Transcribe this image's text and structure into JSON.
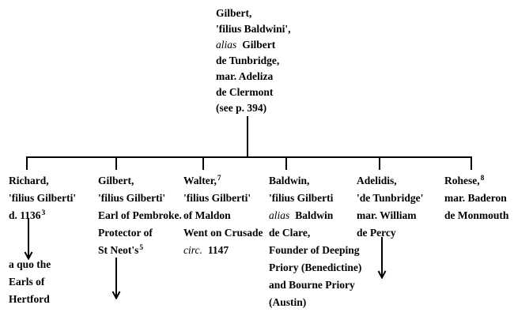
{
  "colors": {
    "ink": "#000000",
    "paper": "#ffffff"
  },
  "tree": {
    "parent": {
      "lines": [
        {
          "t": "Gilbert,"
        },
        {
          "t": "'filius Baldwini',"
        },
        {
          "it": "alias",
          "rest": "Gilbert"
        },
        {
          "t": "de Tunbridge,"
        },
        {
          "t": "mar. Adeliza"
        },
        {
          "t": "de Clermont"
        },
        {
          "t": "(see p. 394)"
        }
      ]
    },
    "children": [
      {
        "key": "richard",
        "lines": [
          {
            "t": "Richard,"
          },
          {
            "t": "'filius Gilberti'"
          },
          {
            "pre": "d. 1136",
            "sup": "3"
          }
        ],
        "note": [
          {
            "t": "a quo the"
          },
          {
            "t": "Earls of"
          },
          {
            "t": "Hertford"
          }
        ]
      },
      {
        "key": "gilbert",
        "lines": [
          {
            "t": "Gilbert,"
          },
          {
            "t": "'filius Gilberti'"
          },
          {
            "t": "Earl of Pembroke."
          },
          {
            "t": "Protector of"
          },
          {
            "pre": "St Neot's",
            "sup": "5"
          }
        ]
      },
      {
        "key": "walter",
        "lines": [
          {
            "pre": "Walter,",
            "sup": "7"
          },
          {
            "t": "'filius Gilberti'"
          },
          {
            "t": "of Maldon"
          },
          {
            "t": "Went on Crusade"
          },
          {
            "it": "circ.",
            "rest": "1147"
          }
        ]
      },
      {
        "key": "baldwin",
        "lines": [
          {
            "t": "Baldwin,"
          },
          {
            "t": "'filius Gilberti"
          },
          {
            "it": "alias",
            "rest": "Baldwin"
          },
          {
            "t": "de Clare,"
          },
          {
            "t": "Founder of Deeping"
          },
          {
            "t": "Priory (Benedictine)"
          },
          {
            "t": "and Bourne Priory"
          },
          {
            "t": "(Austin)"
          }
        ]
      },
      {
        "key": "adelidis",
        "lines": [
          {
            "t": "Adelidis,"
          },
          {
            "t": "'de Tunbridge'"
          },
          {
            "t": "mar. William"
          },
          {
            "t": "de Percy"
          }
        ]
      },
      {
        "key": "rohese",
        "lines": [
          {
            "pre": "Rohese,",
            "sup": "8"
          },
          {
            "t": "mar. Baderon"
          },
          {
            "t": "de Monmouth"
          }
        ]
      }
    ]
  }
}
